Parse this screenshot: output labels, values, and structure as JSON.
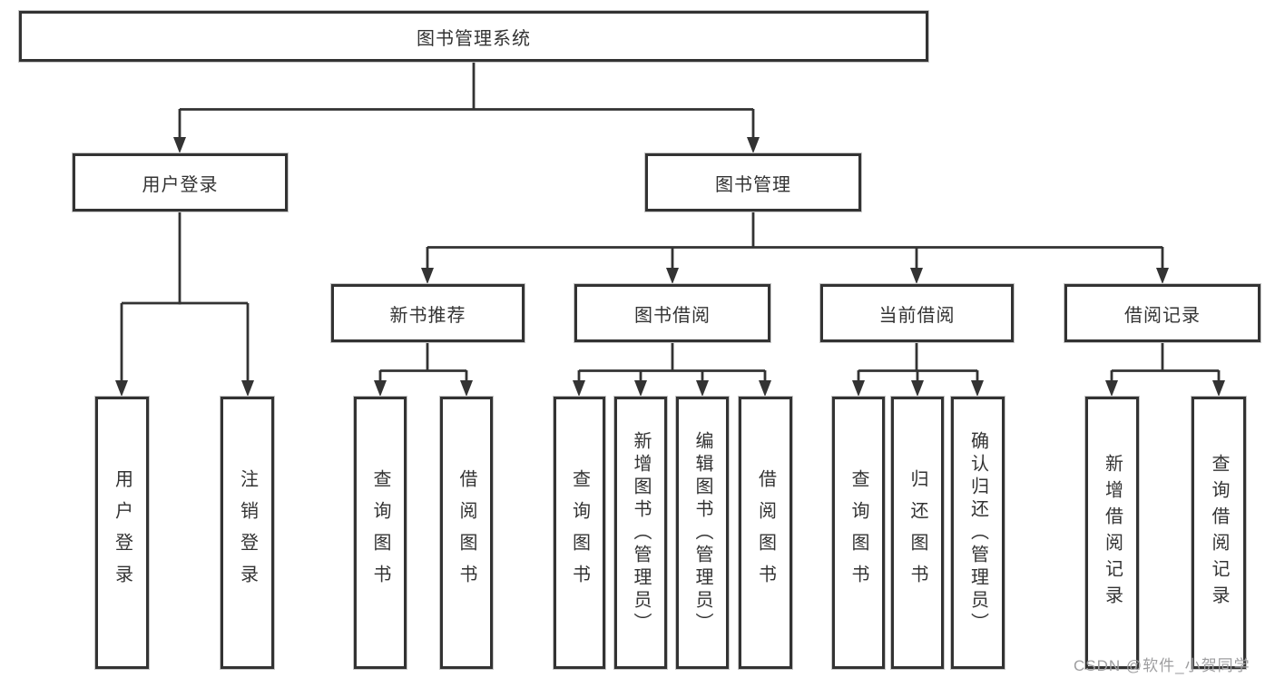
{
  "tree": {
    "root": "图书管理系统",
    "branches": [
      {
        "label": "用户登录",
        "children": [
          "用户登录",
          "注销登录"
        ]
      },
      {
        "label": "图书管理",
        "sections": [
          {
            "label": "新书推荐",
            "children": [
              "查询图书",
              "借阅图书"
            ]
          },
          {
            "label": "图书借阅",
            "children": [
              "查询图书",
              "新增图书（管理员）",
              "编辑图书（管理员）",
              "借阅图书"
            ]
          },
          {
            "label": "当前借阅",
            "children": [
              "查询图书",
              "归还图书",
              "确认归还（管理员）"
            ]
          },
          {
            "label": "借阅记录",
            "children": [
              "新增借阅记录",
              "查询借阅记录"
            ]
          }
        ]
      }
    ]
  },
  "watermark": {
    "text": "CSDN @软件_小贺同学"
  },
  "colors": {
    "line": "#333333",
    "box_border": "#333333",
    "text": "#333333",
    "background": "#ffffff",
    "watermark": "#9e9ea0"
  }
}
